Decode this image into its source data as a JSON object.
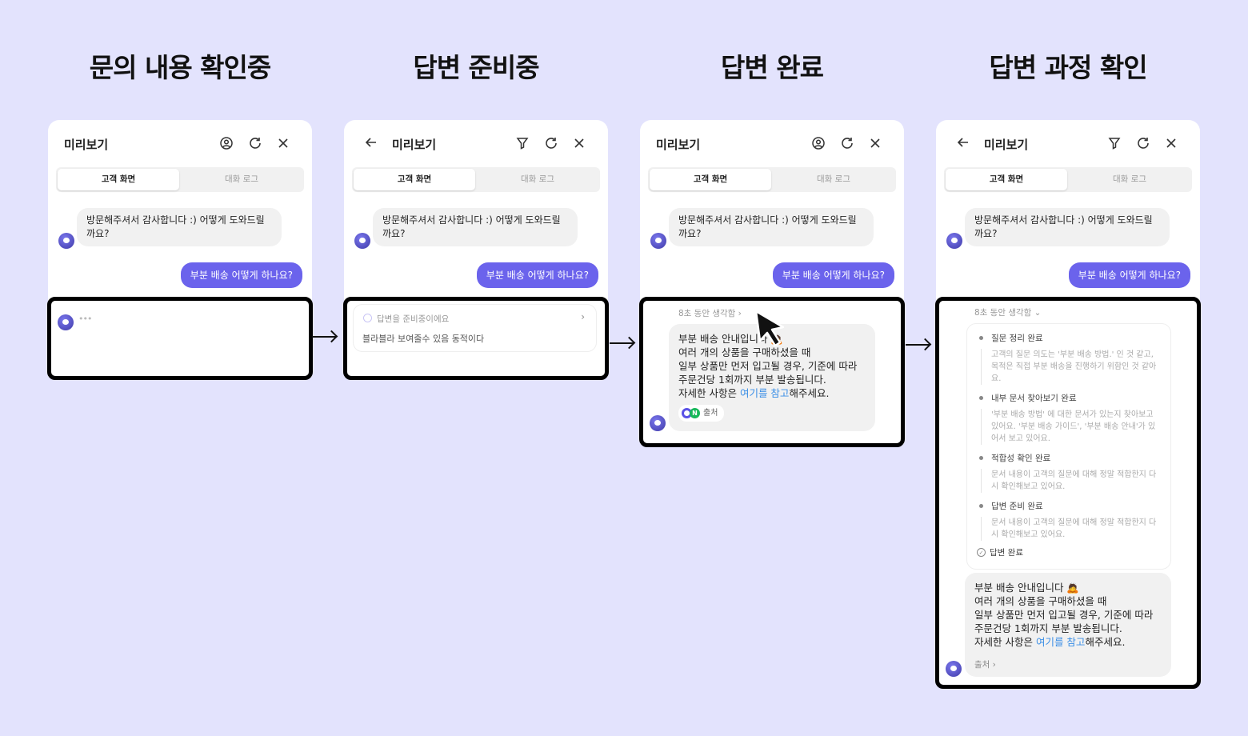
{
  "stages": [
    {
      "title": "문의 내용 확인중"
    },
    {
      "title": "답변 준비중"
    },
    {
      "title": "답변 완료"
    },
    {
      "title": "답변 과정 확인"
    }
  ],
  "panel": {
    "title": "미리보기",
    "tab_customer": "고객 화면",
    "tab_log": "대화 로그",
    "greeting": "방문해주셔서 감사합니다 :) 어떻게 도와드릴까요?",
    "user_question": "부분 배송 어떻게 하나요?"
  },
  "typing": "•••",
  "preparing": {
    "label": "답변을 준비중이에요",
    "body": "블라블라 보여줄수 있음 동적이다"
  },
  "thinking_label": "8초 동안 생각함",
  "answer": {
    "line1": "부분 배송 안내입니다 🙇",
    "line2": "여러 개의 상품을 구매하셨을 때",
    "line3": "일부 상품만 먼저 입고될 경우, 기준에 따라",
    "line4": "주문건당 1회까지 부분 발송됩니다.",
    "line5_pre": "자세한 사항은 ",
    "line5_link": "여기를 참고",
    "line5_post": "해주세요.",
    "source": "출처"
  },
  "steps": [
    {
      "title": "질문 정리 완료",
      "desc": "고객의 질문 의도는 '부분 배송 방법.' 인 것 같고, 목적은 직접 부분 배송을 진행하기 위함인 것 같아요."
    },
    {
      "title": "내부 문서 찾아보기 완료",
      "desc": "'부분 배송 방법' 에 대한 문서가 있는지 찾아보고 있어요. '부분 배송 가이드', '부분 배송 안내'가 있어서 보고 있어요."
    },
    {
      "title": "적합성 확인 완료",
      "desc": "문서 내용이 고객의 질문에 대해 정말 적합한지 다시 확인해보고 있어요."
    },
    {
      "title": "답변 준비 완료",
      "desc": "문서 내용이 고객의 질문에 대해 정말 적합한지 다시 확인해보고 있어요."
    }
  ],
  "done_label": "답변 완료",
  "colors": {
    "background": "#e3e3fd",
    "accent": "#6b63ec",
    "link": "#3a8ee6"
  }
}
